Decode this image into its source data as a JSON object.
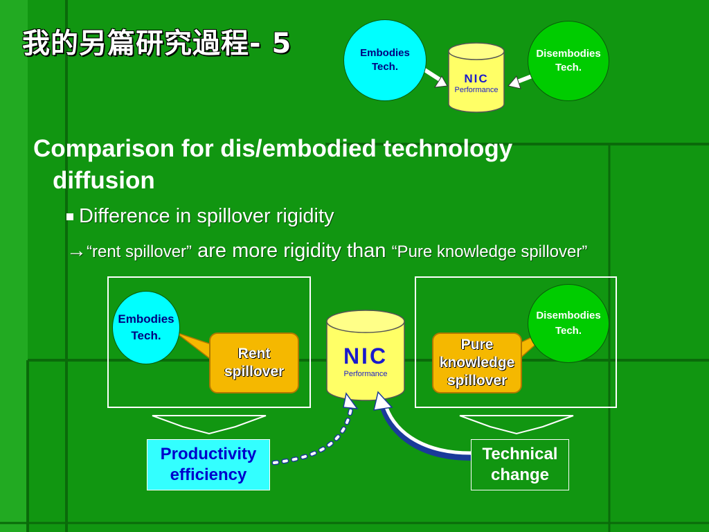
{
  "slide": {
    "title": "我的另篇研究過程- 5",
    "heading_line1": "Comparison for dis/embodied technology",
    "heading_line2": "diffusion",
    "bullet1": "Difference in spillover rigidity",
    "bullet2_arrow": "→",
    "bullet2_q1": "“rent spillover”",
    "bullet2_mid": " are more rigidity than ",
    "bullet2_q2": "“Pure knowledge spillover”"
  },
  "top_diagram": {
    "embodies_line1": "Embodies",
    "embodies_line2": "Tech.",
    "disembodies_line1": "Disembodies",
    "disembodies_line2": "Tech.",
    "nic": "NIC",
    "performance": "Performance"
  },
  "bottom_diagram": {
    "embodies_line1": "Embodies",
    "embodies_line2": "Tech.",
    "disembodies_line1": "Disembodies",
    "disembodies_line2": "Tech.",
    "rent_line1": "Rent",
    "rent_line2": "spillover",
    "pure_line1": "Pure",
    "pure_line2": "knowledge",
    "pure_line3": "spillover",
    "nic": "NIC",
    "performance": "Performance",
    "productivity_line1": "Productivity",
    "productivity_line2": "efficiency",
    "technical_line1": "Technical",
    "technical_line2": "change"
  },
  "colors": {
    "background": "#119611",
    "cyan": "#00ffff",
    "bright_green": "#00cc00",
    "bubble": "#f5b800",
    "cylinder": "#ffff66"
  }
}
